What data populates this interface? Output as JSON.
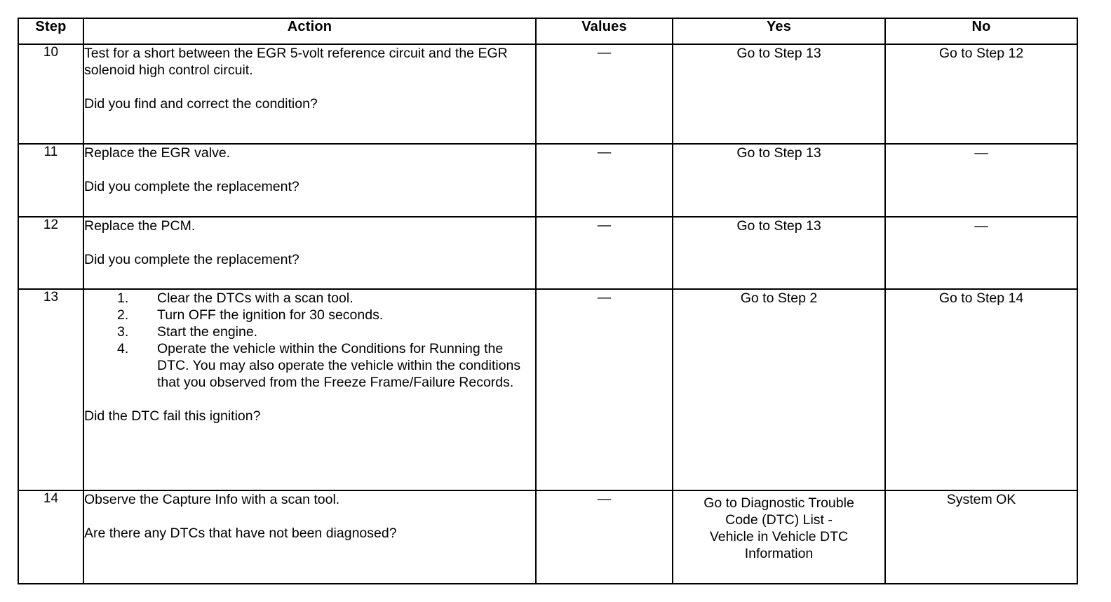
{
  "table": {
    "name": "dtc-diagnostic-procedure-table",
    "columns": [
      "Step",
      "Action",
      "Values",
      "Yes",
      "No"
    ],
    "rows": [
      {
        "step": "10",
        "action": {
          "lead": "Test for a short between the EGR 5-volt reference circuit and the EGR solenoid high control circuit.",
          "question": "Did you find and correct the condition?",
          "list": []
        },
        "values": "—",
        "yes": [
          "Go to Step 13"
        ],
        "no": [
          "Go to Step 12"
        ]
      },
      {
        "step": "11",
        "action": {
          "lead": "Replace the EGR valve.",
          "question": "Did you complete the replacement?",
          "list": []
        },
        "values": "—",
        "yes": [
          "Go to Step 13"
        ],
        "no": [
          "—"
        ]
      },
      {
        "step": "12",
        "action": {
          "lead": "Replace the PCM.",
          "question": "Did you complete the replacement?",
          "list": []
        },
        "values": "—",
        "yes": [
          "Go to Step 13"
        ],
        "no": [
          "—"
        ]
      },
      {
        "step": "13",
        "action": {
          "lead": "",
          "question": "Did the DTC fail this ignition?",
          "list": [
            {
              "num": "1.",
              "text": "Clear the DTCs with a scan tool."
            },
            {
              "num": "2.",
              "text": "Turn OFF the ignition for 30 seconds."
            },
            {
              "num": "3.",
              "text": "Start the engine."
            },
            {
              "num": "4.",
              "text": "Operate the vehicle within the Conditions for Running the DTC. You may also operate the vehicle within the conditions that you observed from the Freeze Frame/Failure Records."
            }
          ]
        },
        "values": "—",
        "yes": [
          "Go to Step 2"
        ],
        "no": [
          "Go to Step 14"
        ]
      },
      {
        "step": "14",
        "action": {
          "lead": "Observe the Capture Info with a scan tool.",
          "question": "Are there any DTCs that have not been diagnosed?",
          "list": []
        },
        "values": "—",
        "yes": [
          "Go to Diagnostic Trouble",
          "Code (DTC) List -",
          "Vehicle in Vehicle DTC",
          "Information"
        ],
        "no": [
          "System OK"
        ]
      }
    ]
  },
  "colors": {
    "border": "#000000",
    "background": "#ffffff",
    "text": "#000000"
  }
}
